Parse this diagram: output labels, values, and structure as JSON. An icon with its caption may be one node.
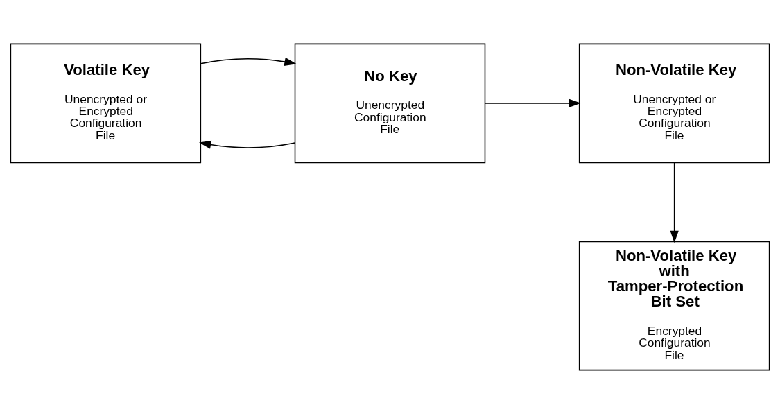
{
  "diagram": {
    "nodes": [
      {
        "text": [
          "Volatile Key",
          "Unencrypted or Encrypted Configuration File"
        ]
      },
      {
        "text": [
          "No Key",
          "Unencrypted Configuration File"
        ]
      },
      {
        "text": [
          "Non-Volatile Key",
          "Unencrypted or Encrypted Configuration File"
        ]
      },
      {
        "text": [
          "Non-Volatile Key with Tamper-Protection Bit Set",
          "Encrypted Configuration File"
        ]
      }
    ],
    "edges": [
      {
        "from": 1,
        "to": 0,
        "arrow": "to"
      },
      {
        "from": 0,
        "to": 1,
        "arrow": "to"
      },
      {
        "from": 1,
        "to": 2,
        "arrow": "to"
      },
      {
        "from": 2,
        "to": 3,
        "arrow": "to"
      }
    ]
  }
}
